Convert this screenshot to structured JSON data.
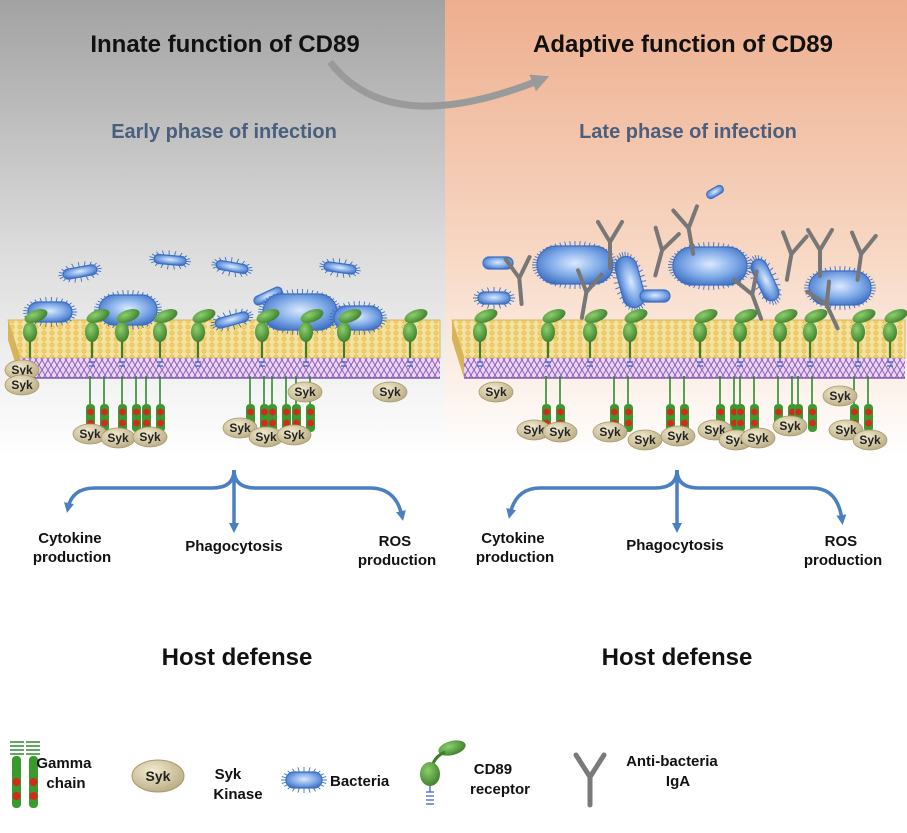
{
  "left_panel": {
    "title": "Innate function of CD89",
    "phase": "Early phase of infection",
    "outcomes": {
      "left": [
        "Cytokine",
        "production"
      ],
      "center": "Phagocytosis",
      "right": [
        "ROS",
        "production"
      ]
    },
    "result": "Host defense"
  },
  "right_panel": {
    "title": "Adaptive function of CD89",
    "phase": "Late phase of infection",
    "outcomes": {
      "left": [
        "Cytokine",
        "production"
      ],
      "center": "Phagocytosis",
      "right": [
        "ROS",
        "production"
      ]
    },
    "result": "Host defense"
  },
  "syk_label": "Syk",
  "legend": {
    "gamma_chain": [
      "Gamma",
      "chain"
    ],
    "syk_icon_label": "Syk",
    "syk_kinase": [
      "Syk",
      "Kinase"
    ],
    "bacteria": "Bacteria",
    "cd89_receptor": [
      "CD89",
      "receptor"
    ],
    "iga": [
      "Anti-bacteria",
      "IgA"
    ]
  },
  "colors": {
    "left_bg_top": "#a6a6a6",
    "right_bg_top": "#f0b394",
    "title_text": "#111111",
    "phase_text": "#4a5f7e",
    "arrow_blue": "#4a7fc1",
    "bacteria_blue": "#6f9fe0",
    "receptor_green": "#4f9a3a",
    "membrane_yellow": "#f3dd8c",
    "membrane_purple": "#7a4fb0",
    "syk_tan": "#d8cca4",
    "gamma_red": "#d22a1e",
    "iga_gray": "#777777"
  },
  "icons": [
    "gamma-chain-icon",
    "syk-kinase-icon",
    "bacteria-icon",
    "cd89-receptor-icon",
    "iga-antibody-icon",
    "curved-transition-arrow-icon"
  ]
}
